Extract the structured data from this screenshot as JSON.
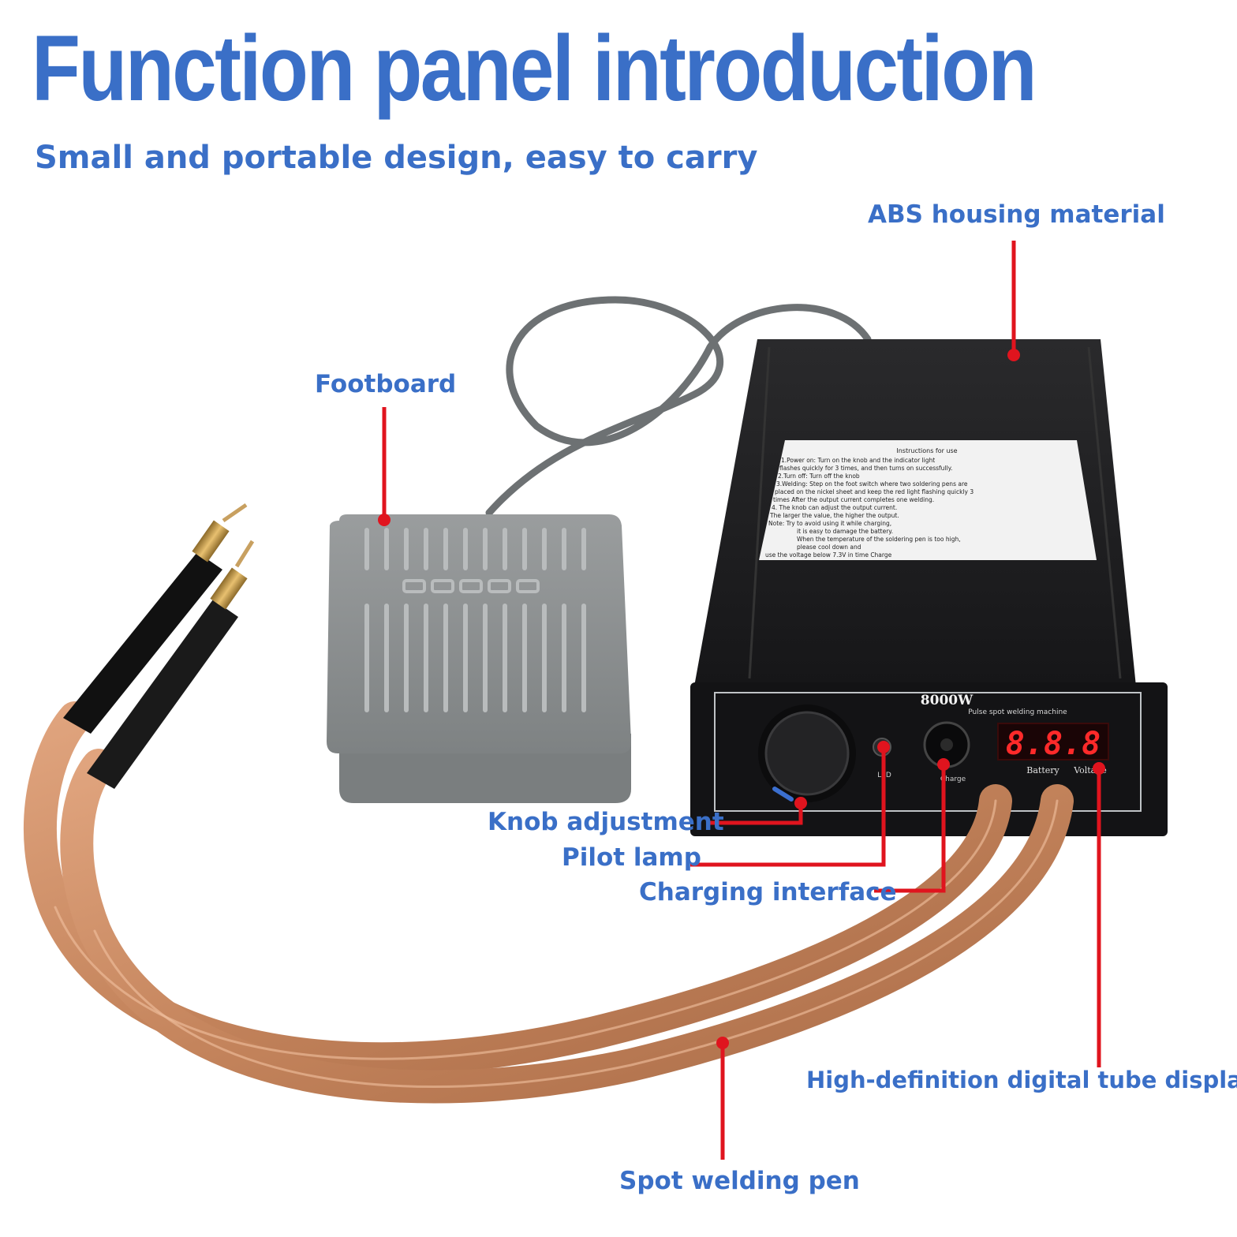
{
  "header": {
    "title": "Function panel introduction",
    "subtitle": "Small and portable design, easy to carry"
  },
  "callouts": {
    "abs_housing": "ABS housing material",
    "footboard": "Footboard",
    "knob": "Knob adjustment",
    "pilot_lamp": "Pilot lamp",
    "charging": "Charging interface",
    "display": "High-definition digital tube display",
    "pen": "Spot welding pen"
  },
  "device": {
    "power_rating": "8000W",
    "model_line": "Pulse spot welding machine",
    "readout": "8.8.8",
    "port_labels": [
      "Battery",
      "Voltage"
    ],
    "lamp_label": "LED",
    "charge_label": "Charge"
  },
  "instructions_card": {
    "heading": "Instructions for use",
    "lines": [
      "1.Power on: Turn on the knob and the indicator light",
      "flashes quickly for 3 times, and then turns on successfully.",
      "2.Turn off: Turn off the knob",
      "3.Welding: Step on the foot switch where two soldering pens are",
      "placed on the nickel sheet and keep the red light flashing quickly 3",
      "times After the output current completes one welding.",
      "4. The knob can adjust the output current.",
      "The larger the value, the higher the output.",
      "Note: Try to avoid using it while charging,",
      "it is easy to damage the battery.",
      "When the temperature of the soldering pen is too high,",
      "please cool down and",
      "use the voltage below 7.3V in time Charge"
    ]
  },
  "colors": {
    "label_blue": "#3a6fc7",
    "pointer_red": "#e0141e",
    "device_body": "#1c1c1e",
    "pedal_gray": "#8a8e8f",
    "copper": "#c98b63",
    "display_red": "#ff2a2a"
  }
}
